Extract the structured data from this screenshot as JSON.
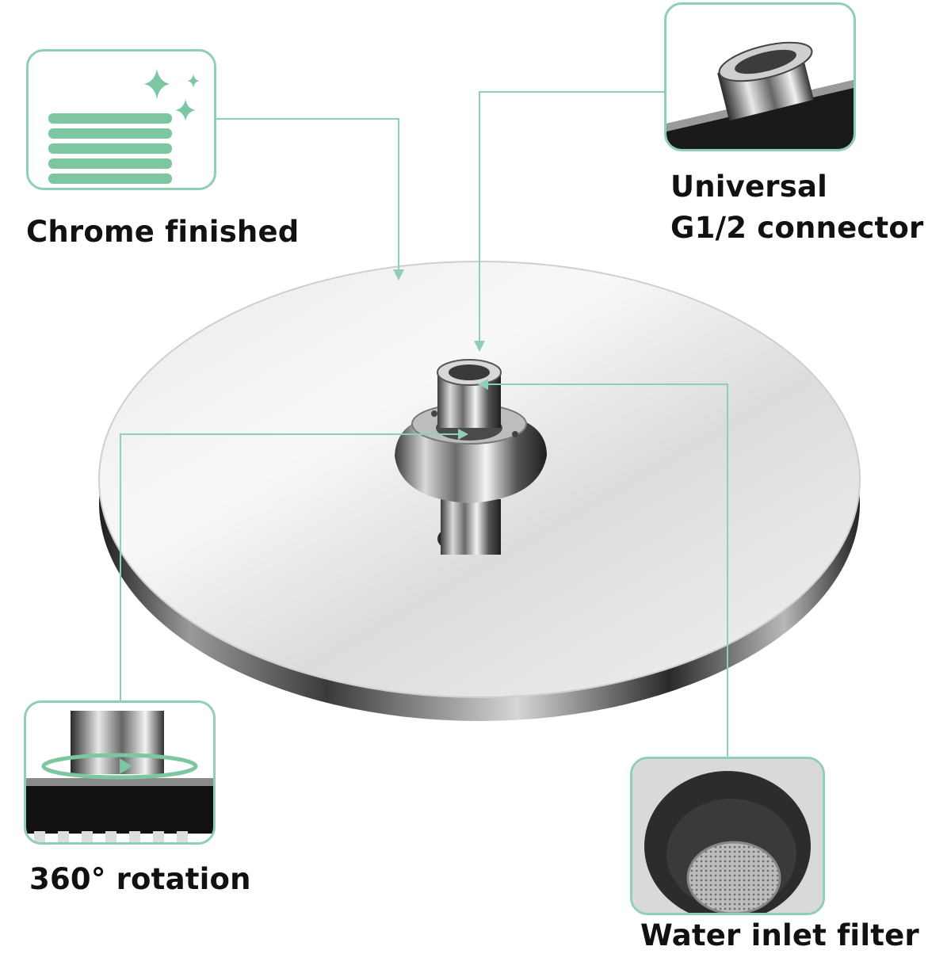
{
  "callouts": {
    "chrome": {
      "label": "Chrome finished",
      "icon": "chrome-layers-icon"
    },
    "connector": {
      "label_line1": "Universal",
      "label_line2": "G1/2 connector",
      "icon": "connector-closeup"
    },
    "rotation": {
      "label": "360° rotation",
      "icon": "rotation-closeup"
    },
    "filter": {
      "label": "Water inlet filter",
      "icon": "filter-closeup"
    }
  },
  "colors": {
    "accent": "#8fcfb3",
    "stripe": "#7cc7a2",
    "text": "#111111"
  }
}
